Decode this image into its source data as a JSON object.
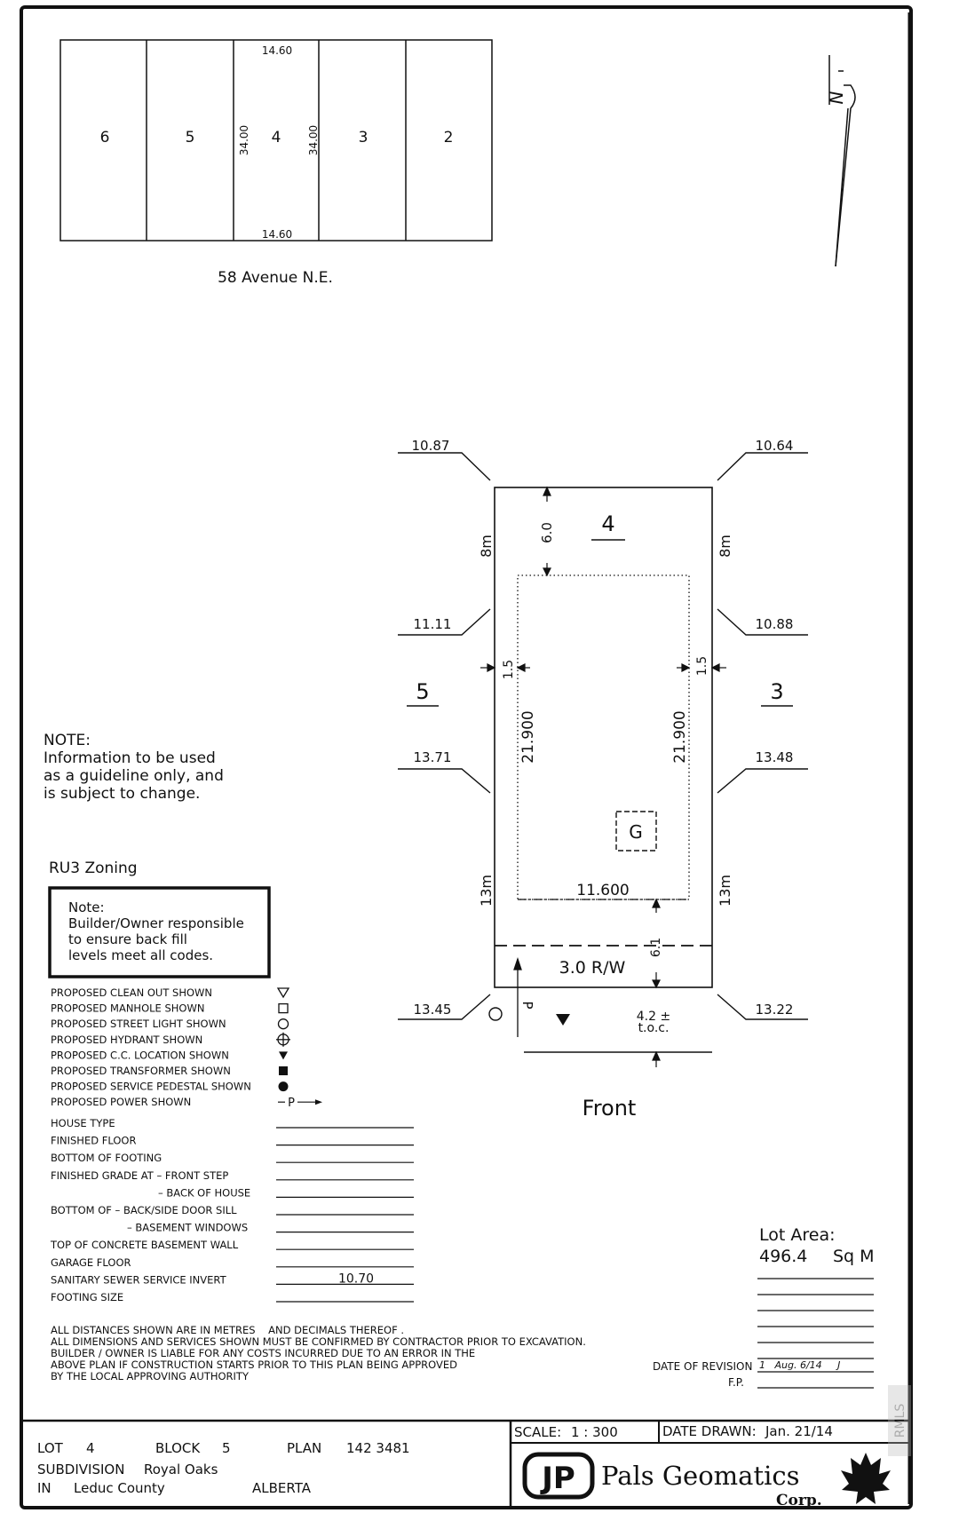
{
  "lots_top": {
    "labels": [
      "6",
      "5",
      "4",
      "3",
      "2"
    ],
    "frontage_top": "14.60",
    "frontage_bottom": "14.60",
    "depth_left": "34.00",
    "depth_right": "34.00",
    "street": "58 Avenue N.E."
  },
  "north_arrow": {
    "label": "N"
  },
  "site": {
    "lot_number": "4",
    "left_lot": "5",
    "right_lot": "3",
    "corner_tl": "10.87",
    "corner_tr": "10.64",
    "mid_tl": "11.11",
    "mid_tr": "10.88",
    "mid_bl": "13.71",
    "mid_br": "13.48",
    "corner_bl": "13.45",
    "corner_br": "13.22",
    "rear_setback": "6.0",
    "rear_left": "8m",
    "rear_right": "8m",
    "side_left": "1.5",
    "side_right": "1.5",
    "depth_left": "21.900",
    "depth_right": "21.900",
    "width": "11.600",
    "front_left": "13m",
    "front_right": "13m",
    "garage": "G",
    "front_setback": "6.1",
    "row": "3.0 R/W",
    "toc_value": "4.2 ±",
    "toc_label": "t.o.c.",
    "pedestal_label": "P",
    "front_label": "Front"
  },
  "note": {
    "title": "NOTE:",
    "lines": [
      "Information to be used",
      "as a guideline only, and",
      "is subject to change."
    ]
  },
  "zoning": "RU3 Zoning",
  "builder_note": {
    "title": "Note:",
    "lines": [
      "Builder/Owner responsible",
      "to ensure back fill",
      "levels meet all codes."
    ]
  },
  "legend": [
    {
      "label": "PROPOSED CLEAN OUT SHOWN",
      "icon": "triangle-down-outline"
    },
    {
      "label": "PROPOSED MANHOLE SHOWN",
      "icon": "square-outline"
    },
    {
      "label": "PROPOSED STREET LIGHT SHOWN",
      "icon": "circle-outline"
    },
    {
      "label": "PROPOSED HYDRANT SHOWN",
      "icon": "crossed-circle"
    },
    {
      "label": "PROPOSED C.C. LOCATION SHOWN",
      "icon": "triangle-down-filled"
    },
    {
      "label": "PROPOSED TRANSFORMER SHOWN",
      "icon": "square-filled"
    },
    {
      "label": "PROPOSED SERVICE PEDESTAL SHOWN",
      "icon": "circle-filled"
    },
    {
      "label": "PROPOSED POWER SHOWN",
      "icon": "power-line"
    }
  ],
  "power_symbol": "P",
  "elevations": [
    {
      "label": "HOUSE TYPE",
      "value": ""
    },
    {
      "label": "FINISHED FLOOR",
      "value": ""
    },
    {
      "label": "BOTTOM OF FOOTING",
      "value": ""
    },
    {
      "label": "FINISHED GRADE AT – FRONT STEP",
      "value": ""
    },
    {
      "label": "– BACK OF HOUSE",
      "value": ""
    },
    {
      "label": "BOTTOM OF – BACK/SIDE DOOR SILL",
      "value": ""
    },
    {
      "label": "– BASEMENT WINDOWS",
      "value": ""
    },
    {
      "label": "TOP OF CONCRETE BASEMENT WALL",
      "value": ""
    },
    {
      "label": "GARAGE FLOOR",
      "value": ""
    },
    {
      "label": "SANITARY SEWER SERVICE INVERT",
      "value": "10.70"
    },
    {
      "label": "FOOTING SIZE",
      "value": ""
    }
  ],
  "lot_area": {
    "label": "Lot Area:",
    "value": "496.4",
    "unit": "Sq M"
  },
  "disclaimer": [
    "ALL DISTANCES SHOWN ARE IN METRES    AND DECIMALS THEREOF .",
    "ALL DIMENSIONS AND SERVICES SHOWN MUST BE CONFIRMED BY CONTRACTOR PRIOR TO EXCAVATION.",
    "BUILDER / OWNER IS LIABLE FOR ANY COSTS INCURRED DUE TO AN ERROR IN THE",
    "ABOVE PLAN IF CONSTRUCTION STARTS PRIOR TO THIS PLAN BEING APPROVED",
    "BY THE LOCAL APPROVING AUTHORITY"
  ],
  "revision": {
    "label": "DATE OF REVISION",
    "value": "1   Aug. 6/14     J",
    "fp_label": "F.P."
  },
  "title_block": {
    "lot_label": "LOT",
    "lot": "4",
    "block_label": "BLOCK",
    "block": "5",
    "plan_label": "PLAN",
    "plan": "142 3481",
    "subdivision_label": "SUBDIVISION",
    "subdivision": "Royal Oaks",
    "in_label": "IN",
    "county": "Leduc County",
    "province": "ALBERTA",
    "scale_label": "SCALE:",
    "scale": "1 : 300",
    "date_label": "DATE DRAWN:",
    "date": "Jan. 21/14",
    "logo_letters": "JP",
    "company": "Pals Geomatics",
    "company_suffix": "Corp."
  },
  "watermark": "RMLS"
}
